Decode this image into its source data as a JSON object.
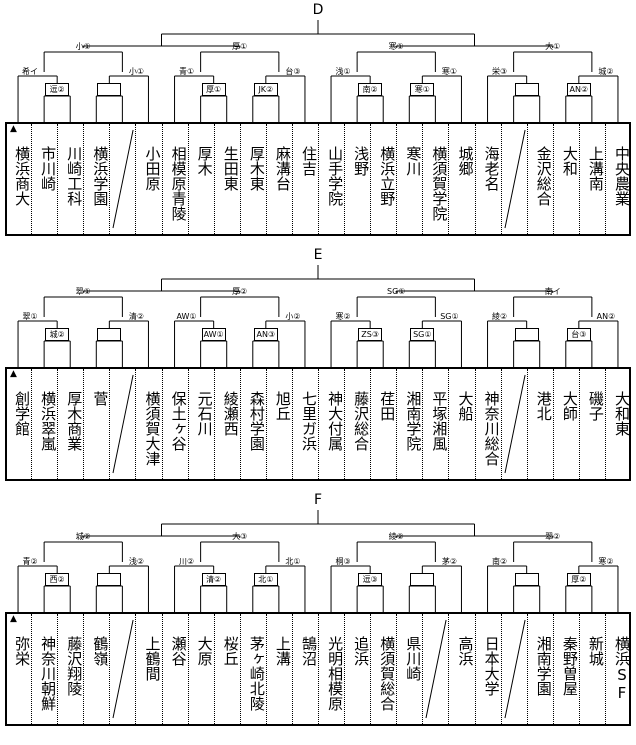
{
  "blocks": [
    {
      "title": "D",
      "quarters": [
        "小①",
        "厚①",
        "寒①",
        "大①"
      ],
      "pairs": [
        [
          "希イ",
          "小①"
        ],
        [
          "青①",
          "台③"
        ],
        [
          "浅①",
          "寒①"
        ],
        [
          "栄③",
          "城②"
        ]
      ],
      "boxes": [
        "逗②",
        "",
        "厚①",
        "JK②",
        "南②",
        "寒①",
        "",
        "AN②"
      ],
      "seed_mark": "▲",
      "teams": [
        "横浜商大",
        "市川崎",
        "川崎工科",
        "横浜学園",
        "",
        "小田原",
        "相模原青陵",
        "厚木",
        "生田東",
        "厚木東",
        "麻溝台",
        "住吉",
        "山手学院",
        "浅野",
        "横浜立野",
        "寒川",
        "横須賀学院",
        "城郷",
        "海老名",
        "",
        "金沢総合",
        "大和",
        "上溝南",
        "中央農業"
      ]
    },
    {
      "title": "E",
      "quarters": [
        "翠①",
        "厚②",
        "SG①",
        "南イ"
      ],
      "pairs": [
        [
          "翠①",
          "清②"
        ],
        [
          "AW①",
          "小②"
        ],
        [
          "寒②",
          "SG①"
        ],
        [
          "綾②",
          "AN②"
        ]
      ],
      "boxes": [
        "城②",
        "",
        "AW①",
        "AN③",
        "ZS③",
        "SG①",
        "",
        "台③"
      ],
      "seed_mark": "▲",
      "teams": [
        "創学館",
        "横浜翠嵐",
        "厚木商業",
        "菅",
        "",
        "横須賀大津",
        "保土ヶ谷",
        "元石川",
        "綾瀬西",
        "森村学園",
        "旭丘",
        "七里ガ浜",
        "神大付属",
        "藤沢総合",
        "荏田",
        "湘南学院",
        "平塚湘風",
        "大船",
        "神奈川総合",
        "",
        "港北",
        "大師",
        "磯子",
        "大和東"
      ]
    },
    {
      "title": "F",
      "quarters": [
        "城②",
        "大③",
        "綾②",
        "翠②"
      ],
      "pairs": [
        [
          "青②",
          "浅②"
        ],
        [
          "川②",
          "北①"
        ],
        [
          "桐③",
          "茅②"
        ],
        [
          "南②",
          "寒②"
        ]
      ],
      "boxes": [
        "西②",
        "",
        "清②",
        "北①",
        "逗③",
        "",
        "",
        "厚②"
      ],
      "seed_mark": "▲",
      "teams": [
        "弥栄",
        "神奈川朝鮮",
        "藤沢翔陵",
        "鶴嶺",
        "",
        "上鶴間",
        "瀬谷",
        "大原",
        "桜丘",
        "茅ヶ崎北陵",
        "上溝",
        "鵠沼",
        "光明相模原",
        "追浜",
        "横須賀総合",
        "県川崎",
        "",
        "高浜",
        "日本大学",
        "",
        "湘南学園",
        "秦野曽屋",
        "新城",
        "横浜SF"
      ]
    }
  ]
}
